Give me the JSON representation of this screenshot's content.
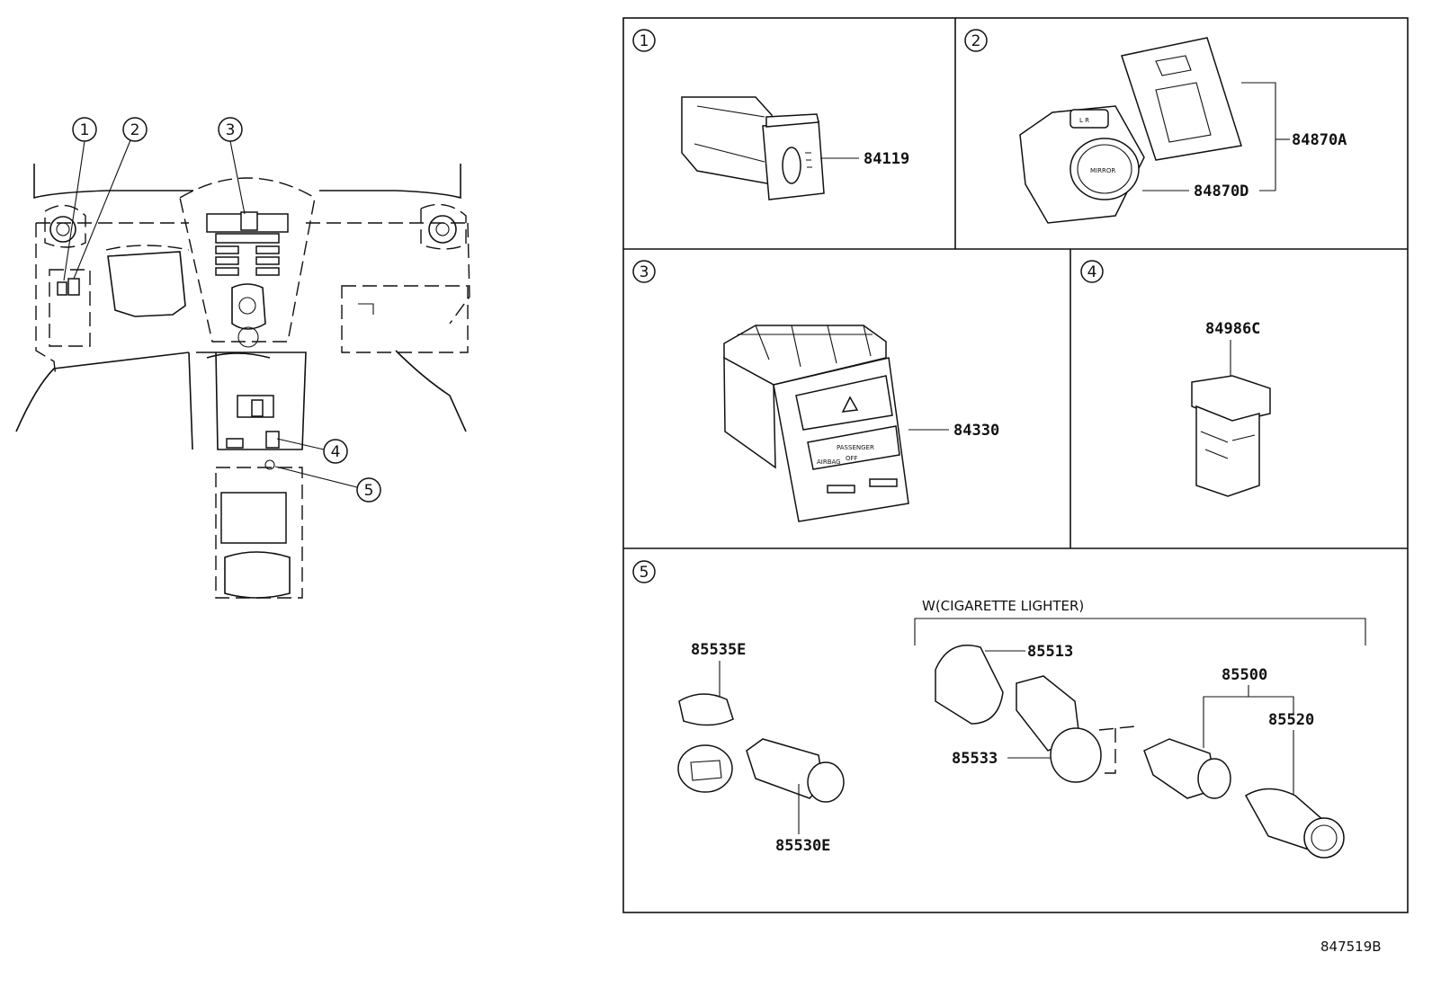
{
  "callouts": [
    "1",
    "2",
    "3",
    "4",
    "5"
  ],
  "panels": {
    "p1": {
      "number": "1",
      "parts": [
        "84119"
      ]
    },
    "p2": {
      "number": "2",
      "parts": [
        "84870A",
        "84870D"
      ],
      "switch_text": "MIRROR",
      "lr_text": "L R"
    },
    "p3": {
      "number": "3",
      "parts": [
        "84330"
      ],
      "panel_text": [
        "PASSENGER",
        "AIRBAG",
        "OFF"
      ]
    },
    "p4": {
      "number": "4",
      "parts": [
        "84986C"
      ]
    },
    "p5": {
      "number": "5",
      "parts": [
        "85535E",
        "85530E",
        "85513",
        "85533",
        "85500",
        "85520"
      ],
      "group_label": "W(CIGARETTE LIGHTER)"
    }
  },
  "figure_code": "847519B"
}
